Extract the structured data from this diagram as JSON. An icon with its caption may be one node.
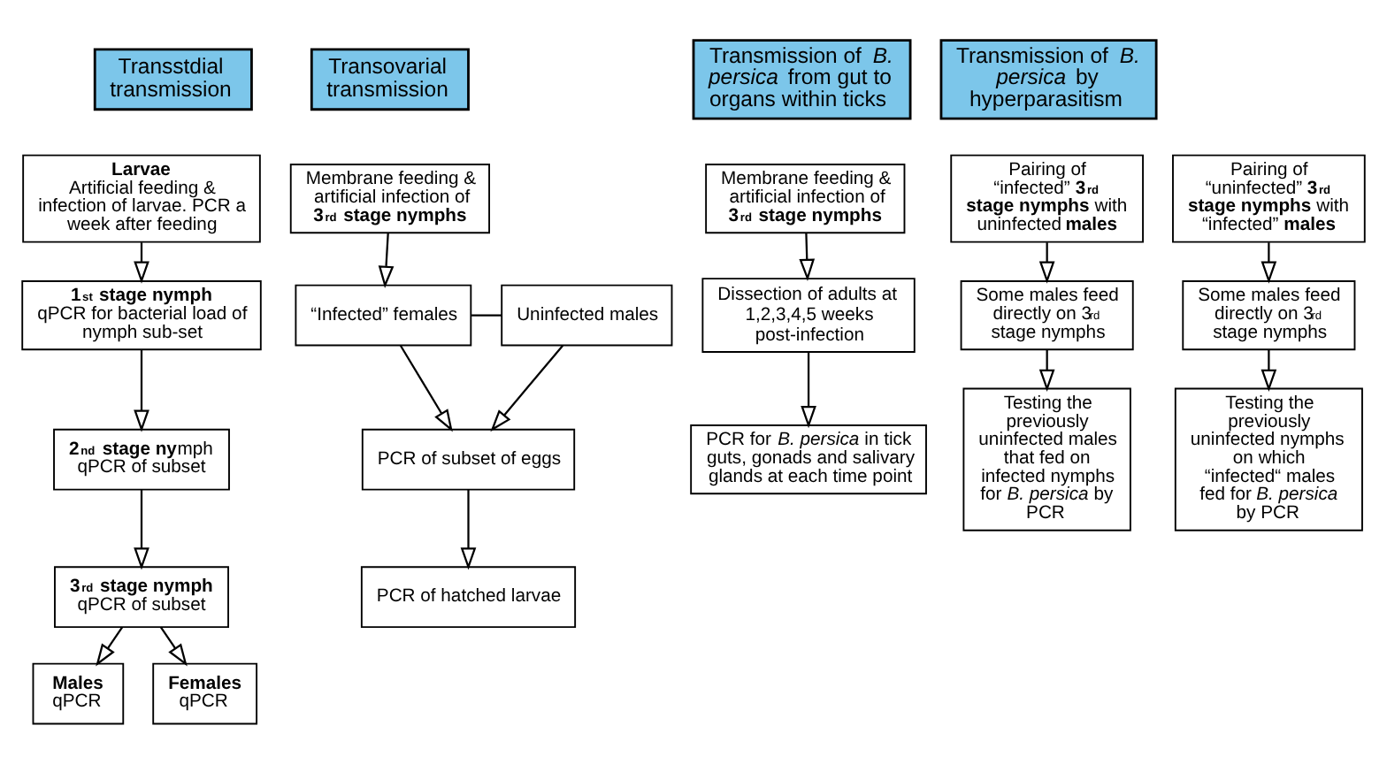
{
  "diagram": {
    "nodes": [
      {
        "text": [
          "Transstdial transmission"
        ]
      },
      {
        "text": [
          "**Larvae**",
          "Artificial feeding & infection of larvae. PCR a week after feeding"
        ]
      },
      {
        "text": [
          "**1$^{st}$ stage nymph**",
          "qPCR for bacterial load of nymph sub-set"
        ]
      },
      {
        "text": [
          "**2$^{nd}$ stage ny**mph",
          "qPCR of subset"
        ]
      },
      {
        "text": [
          "**3$^{rd}$ stage nymph**",
          "qPCR of subset"
        ]
      },
      {
        "text": [
          "**Males**",
          "qPCR"
        ]
      },
      {
        "text": [
          "**Females**",
          "qPCR"
        ]
      },
      {
        "text": [
          "Transovarial transmission"
        ]
      },
      {
        "text": [
          "Membrane feeding & artificial infection of **3$^{rd}$ stage nymphs**"
        ]
      },
      {
        "text": [
          "“Infected” females"
        ]
      },
      {
        "text": [
          "Uninfected males"
        ]
      },
      {
        "text": [
          "PCR of subset of eggs"
        ]
      },
      {
        "text": [
          "PCR of hatched larvae"
        ]
      },
      {
        "text": [
          "Transmission of *B. persica* from gut to organs within ticks"
        ]
      },
      {
        "text": [
          "Membrane feeding & artificial infection of **3$^{rd}$ stage nymphs**"
        ]
      },
      {
        "text": [
          "Dissection of adults at  1,2,3,4,5 weeks post-infection"
        ]
      },
      {
        "text": [
          "PCR for *B. persica* in tick guts, gonads and salivary glands at each time point"
        ]
      },
      {
        "text": [
          "Transmission of *B. persica* by hyperparasitism"
        ]
      },
      {
        "text": [
          "Pairing of “infected” **3$^{rd}$ stage nymphs** with uninfected **males**"
        ]
      },
      {
        "text": [
          "Pairing of “uninfected” **3$^{rd}$ stage nymphs** with “infected” **males**"
        ]
      },
      {
        "text": [
          "Some males feed directly on 3$^{rd}$ stage nymphs"
        ]
      },
      {
        "text": [
          "Some males feed directly on 3$^{rd}$ stage nymphs"
        ]
      },
      {
        "text": [
          "Testing the previously uninfected males that fed on infected nymphs for *B. persica* by PCR"
        ]
      },
      {
        "text": [
          "Testing the previously uninfected nymphs  on which “infected“ males fed for *B. persica* by PCR"
        ]
      }
    ],
    "edges": [
      {
        "from": 1,
        "to": 2,
        "arrow": "to"
      },
      {
        "from": 2,
        "to": 3,
        "arrow": "to"
      },
      {
        "from": 3,
        "to": 4,
        "arrow": "to"
      },
      {
        "from": 4,
        "to": 5,
        "arrow": "to"
      },
      {
        "from": 4,
        "to": 6,
        "arrow": "to"
      },
      {
        "from": 8,
        "to": 9,
        "arrow": "to"
      },
      {
        "from": 9,
        "to": 10,
        "arrow": "none"
      },
      {
        "from": 9,
        "to": 11,
        "arrow": "to"
      },
      {
        "from": 10,
        "to": 11,
        "arrow": "to"
      },
      {
        "from": 11,
        "to": 12,
        "arrow": "to"
      },
      {
        "from": 14,
        "to": 15,
        "arrow": "to"
      },
      {
        "from": 15,
        "to": 16,
        "arrow": "to"
      },
      {
        "from": 18,
        "to": 20,
        "arrow": "to"
      },
      {
        "from": 20,
        "to": 22,
        "arrow": "to"
      },
      {
        "from": 19,
        "to": 21,
        "arrow": "to"
      },
      {
        "from": 21,
        "to": 23,
        "arrow": "to"
      }
    ]
  }
}
